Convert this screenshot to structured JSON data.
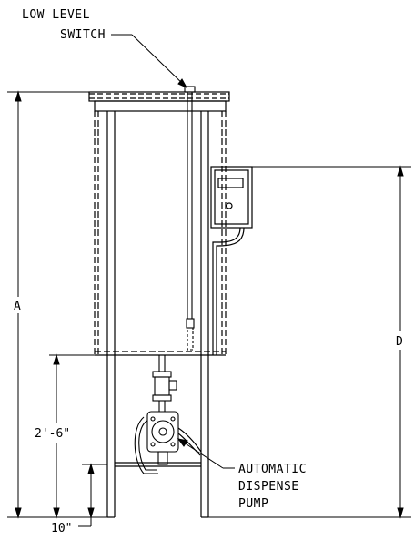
{
  "labels": {
    "low_level_switch_line1": "LOW LEVEL",
    "low_level_switch_line2": "SWITCH",
    "pump_line1": "AUTOMATIC",
    "pump_line2": "DISPENSE",
    "pump_line3": "PUMP"
  },
  "dimensions": {
    "overall_height": "A",
    "controller_height": "D",
    "tank_bottom_height": "2'-6\"",
    "crossbar_height": "10\""
  },
  "colors": {
    "ink": "#000000",
    "background": "#ffffff"
  }
}
